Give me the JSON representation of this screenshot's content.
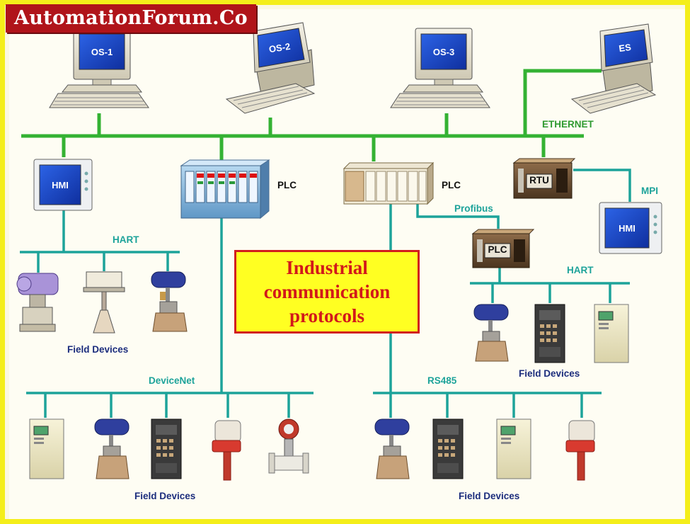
{
  "brand": "AutomationForum.Co",
  "title": [
    "Industrial",
    "communication",
    "protocols"
  ],
  "operator_stations": [
    {
      "label": "OS-1"
    },
    {
      "label": "OS-2"
    },
    {
      "label": "OS-3"
    },
    {
      "label": "ES"
    }
  ],
  "networks": {
    "ethernet": "ETHERNET",
    "mpi": "MPI",
    "profibus": "Profibus",
    "hart_left": "HART",
    "hart_right": "HART",
    "devicenet": "DeviceNet",
    "rs485": "RS485"
  },
  "controllers": {
    "plc_left": "PLC",
    "plc_right": "PLC",
    "plc_small": "PLC",
    "rtu": "RTU"
  },
  "hmis": {
    "left": "HMI",
    "right": "HMI"
  },
  "field_device_labels": {
    "hart_left": "Field Devices",
    "hart_right": "Field Devices",
    "devicenet": "Field Devices",
    "rs485": "Field Devices"
  },
  "colors": {
    "ethernet_bus": "#34b233",
    "fieldbus": "#1da39a",
    "border": "#f4ee1a",
    "brand_bg": "#b0141a",
    "title_bg": "#ffff22",
    "title_text": "#d2181a",
    "screen": "#1a4fd8"
  }
}
